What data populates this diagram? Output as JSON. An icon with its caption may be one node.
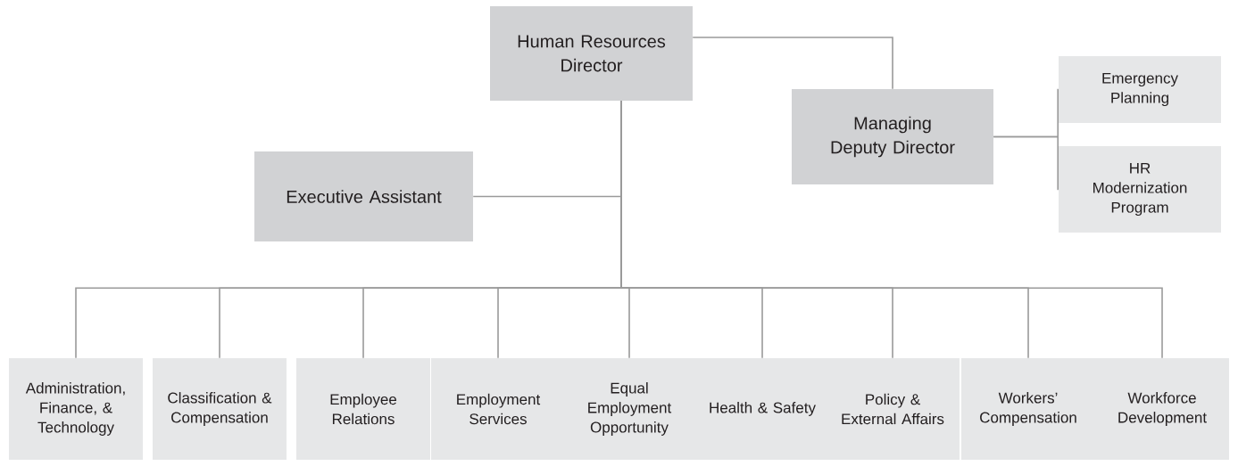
{
  "diagram": {
    "nodes": [
      {
        "text": [
          "Human Resources Director"
        ]
      },
      {
        "text": [
          "Executive Assistant"
        ]
      },
      {
        "text": [
          "Managing Deputy Director"
        ]
      },
      {
        "text": [
          "Emergency Planning"
        ]
      },
      {
        "text": [
          "HR Modernization Program"
        ]
      },
      {
        "text": [
          "Administration, Finance, & Technology"
        ]
      },
      {
        "text": [
          "Classification & Compensation"
        ]
      },
      {
        "text": [
          "Employee Relations"
        ]
      },
      {
        "text": [
          "Employment Services"
        ]
      },
      {
        "text": [
          "Equal Employment Opportunity"
        ]
      },
      {
        "text": [
          "Health & Safety"
        ]
      },
      {
        "text": [
          "Policy & External Affairs"
        ]
      },
      {
        "text": [
          "Workers’ Compensation"
        ]
      },
      {
        "text": [
          "Workforce Development"
        ]
      }
    ],
    "edges": [
      {
        "from": 0,
        "to": 1,
        "arrow": "none"
      },
      {
        "from": 0,
        "to": 2,
        "arrow": "none"
      },
      {
        "from": 2,
        "to": 3,
        "arrow": "none"
      },
      {
        "from": 2,
        "to": 4,
        "arrow": "none"
      },
      {
        "from": 0,
        "to": 5,
        "arrow": "none"
      },
      {
        "from": 0,
        "to": 6,
        "arrow": "none"
      },
      {
        "from": 0,
        "to": 7,
        "arrow": "none"
      },
      {
        "from": 0,
        "to": 8,
        "arrow": "none"
      },
      {
        "from": 0,
        "to": 9,
        "arrow": "none"
      },
      {
        "from": 0,
        "to": 10,
        "arrow": "none"
      },
      {
        "from": 0,
        "to": 11,
        "arrow": "none"
      },
      {
        "from": 0,
        "to": 12,
        "arrow": "none"
      },
      {
        "from": 0,
        "to": 13,
        "arrow": "none"
      }
    ]
  }
}
